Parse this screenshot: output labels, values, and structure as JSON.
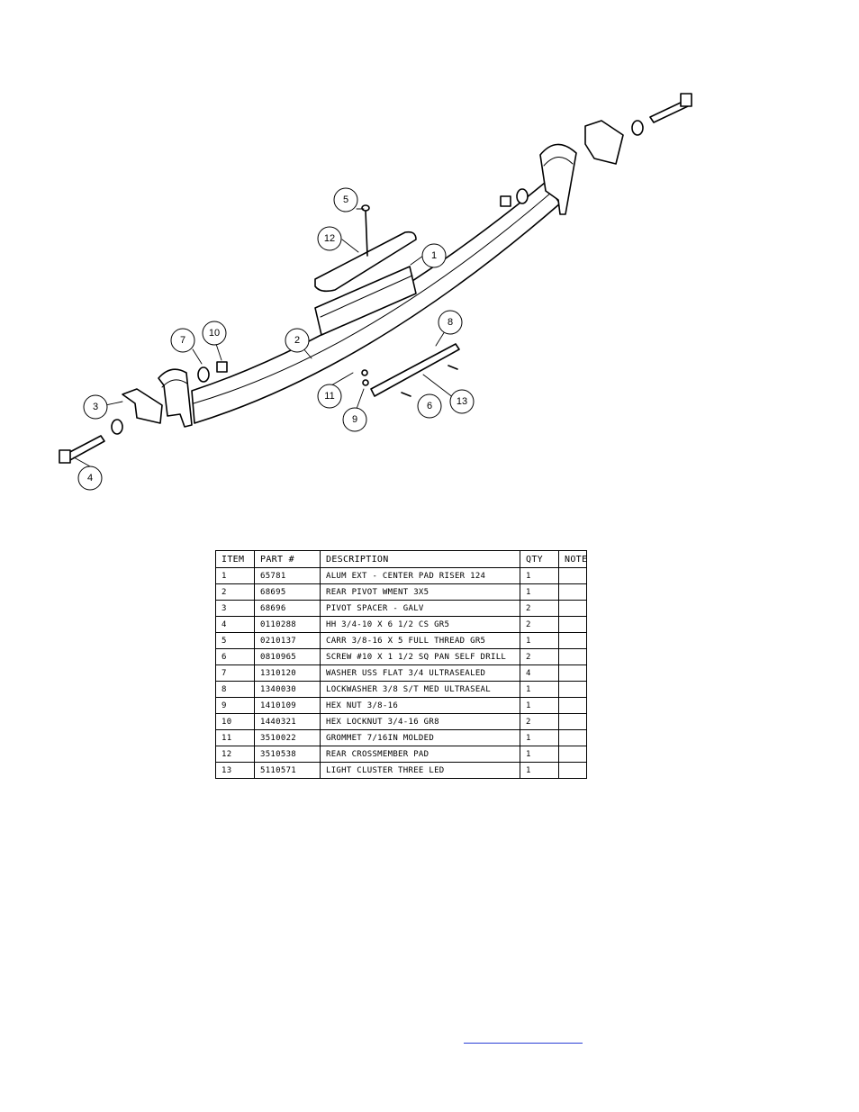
{
  "callouts": [
    "1",
    "2",
    "3",
    "4",
    "5",
    "6",
    "7",
    "8",
    "9",
    "10",
    "11",
    "12",
    "13"
  ],
  "table": {
    "headers": [
      "ITEM",
      "PART #",
      "DESCRIPTION",
      "QTY",
      "NOTE"
    ],
    "rows": [
      [
        "1",
        "65781",
        "ALUM EXT - CENTER PAD RISER 124",
        "1",
        ""
      ],
      [
        "2",
        "68695",
        "REAR PIVOT WMENT 3X5",
        "1",
        ""
      ],
      [
        "3",
        "68696",
        "PIVOT SPACER - GALV",
        "2",
        ""
      ],
      [
        "4",
        "0110288",
        "HH 3/4-10 X 6 1/2 CS GR5",
        "2",
        ""
      ],
      [
        "5",
        "0210137",
        "CARR 3/8-16 X 5 FULL THREAD GR5",
        "1",
        ""
      ],
      [
        "6",
        "0810965",
        "SCREW #10 X 1 1/2 SQ PAN SELF DRILL",
        "2",
        ""
      ],
      [
        "7",
        "1310120",
        "WASHER USS FLAT 3/4 ULTRASEALED",
        "4",
        ""
      ],
      [
        "8",
        "1340030",
        "LOCKWASHER 3/8 S/T MED ULTRASEAL",
        "1",
        ""
      ],
      [
        "9",
        "1410109",
        "HEX NUT 3/8-16",
        "1",
        ""
      ],
      [
        "10",
        "1440321",
        "HEX LOCKNUT 3/4-16 GR8",
        "2",
        ""
      ],
      [
        "11",
        "3510022",
        "GROMMET  7/16IN MOLDED",
        "1",
        ""
      ],
      [
        "12",
        "3510538",
        "REAR CROSSMEMBER PAD",
        "1",
        ""
      ],
      [
        "13",
        "5110571",
        "LIGHT CLUSTER THREE LED",
        "1",
        ""
      ]
    ]
  }
}
